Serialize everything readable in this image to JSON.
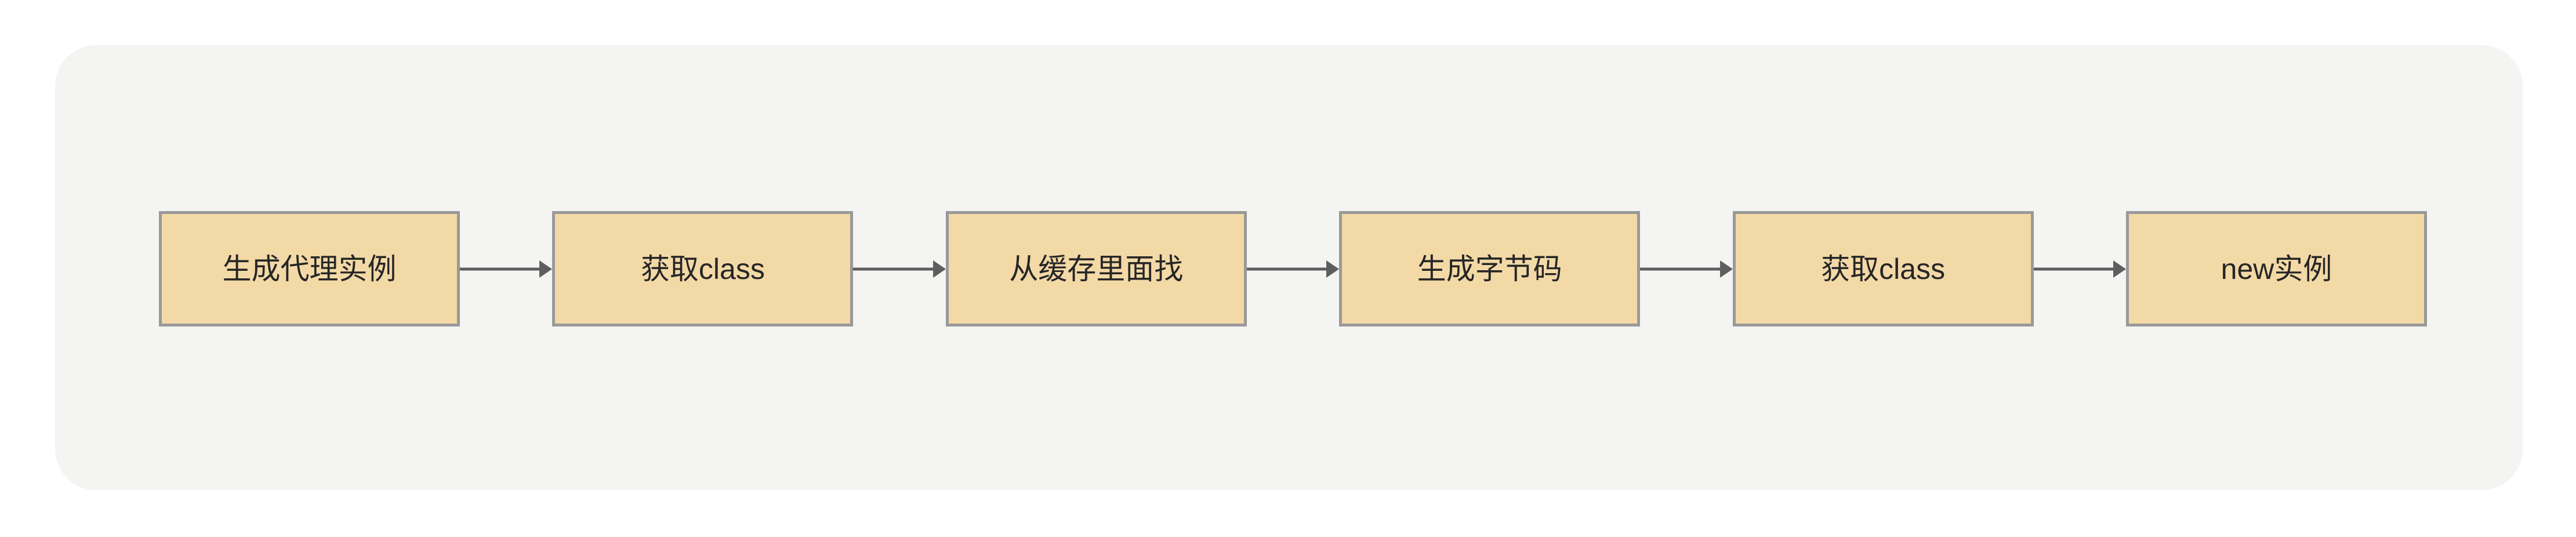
{
  "diagram": {
    "title": "",
    "background_color": "#ffffff",
    "panel": {
      "background_color": "#f4f4f2",
      "corner_radius": "70px"
    },
    "node_style": {
      "fill_color": "#f3d9a6",
      "border_color": "#999999",
      "text_color": "#262626"
    },
    "edge_style": {
      "line_color": "#5e5e5e",
      "arrow_head": "triangle-filled",
      "direction": "left-to-right"
    },
    "nodes": [
      {
        "id": "node-1",
        "label": "生成代理实例"
      },
      {
        "id": "node-2",
        "label": "获取class"
      },
      {
        "id": "node-3",
        "label": "从缓存里面找"
      },
      {
        "id": "node-4",
        "label": "生成字节码"
      },
      {
        "id": "node-5",
        "label": "获取class"
      },
      {
        "id": "node-6",
        "label": "new实例"
      }
    ],
    "edges": [
      {
        "id": "edge-1",
        "from": "node-1",
        "to": "node-2",
        "label": ""
      },
      {
        "id": "edge-2",
        "from": "node-2",
        "to": "node-3",
        "label": ""
      },
      {
        "id": "edge-3",
        "from": "node-3",
        "to": "node-4",
        "label": ""
      },
      {
        "id": "edge-4",
        "from": "node-4",
        "to": "node-5",
        "label": ""
      },
      {
        "id": "edge-5",
        "from": "node-5",
        "to": "node-6",
        "label": ""
      }
    ]
  }
}
